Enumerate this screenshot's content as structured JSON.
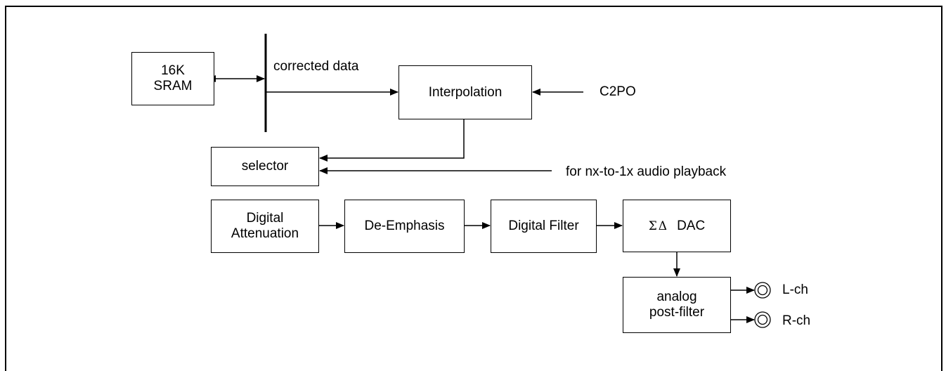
{
  "blocks": {
    "sram": {
      "line1": "16K",
      "line2": "SRAM"
    },
    "interpolation": "Interpolation",
    "selector": "selector",
    "digital_attenuation": {
      "line1": "Digital",
      "line2": "Attenuation"
    },
    "de_emphasis": "De-Emphasis",
    "digital_filter": "Digital Filter",
    "sd_dac": {
      "symbol": "ΣΔ",
      "label": "DAC"
    },
    "analog_post_filter": {
      "line1": "analog",
      "line2": "post-filter"
    }
  },
  "signals": {
    "corrected_data": "corrected data",
    "c2po": "C2PO",
    "nx_to_1x": "for nx-to-1x audio playback",
    "l_ch": "L-ch",
    "r_ch": "R-ch"
  }
}
